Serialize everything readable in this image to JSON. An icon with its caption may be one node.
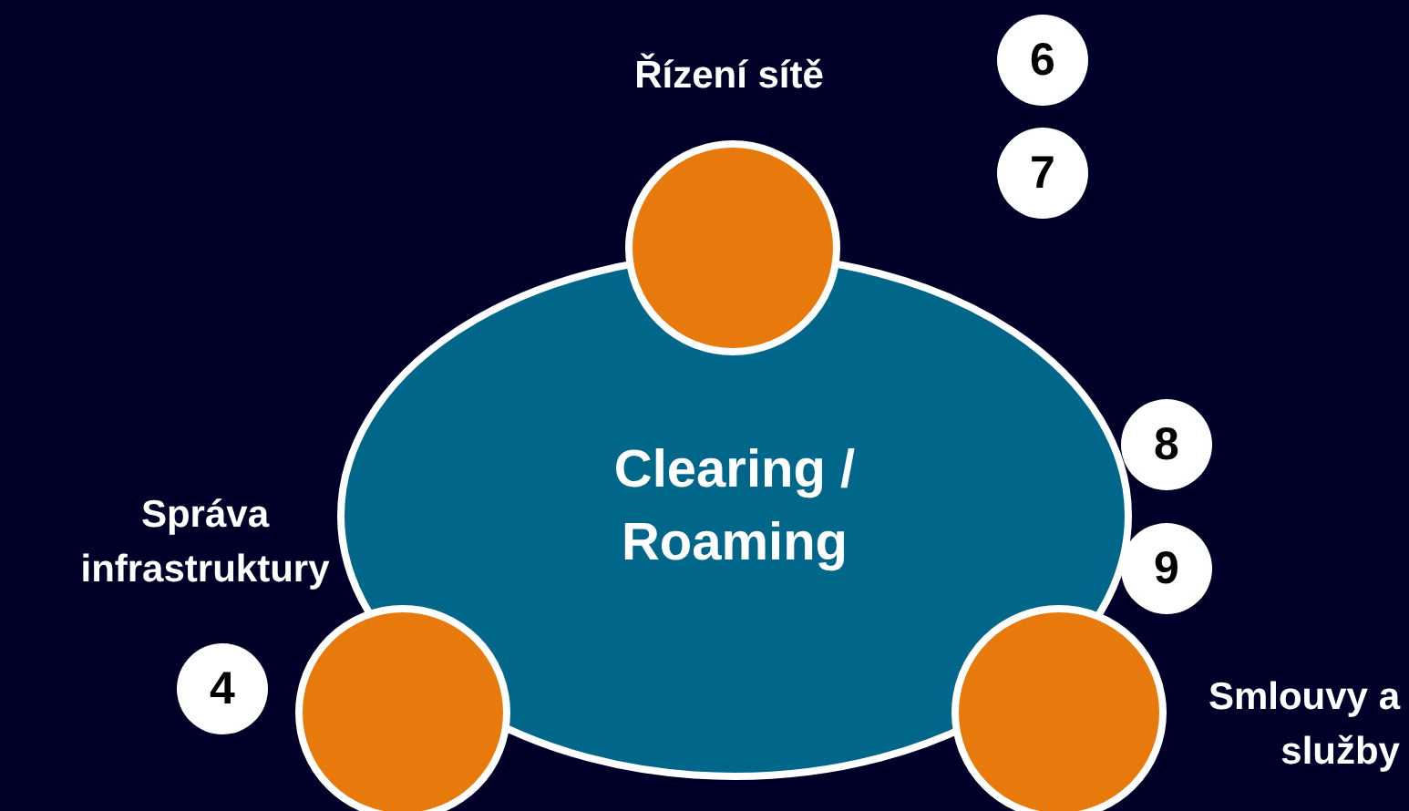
{
  "diagram": {
    "nodes": [
      {
        "text": [
          "Clearing / Roaming"
        ]
      },
      {
        "text": [
          "Řízení sítě"
        ]
      },
      {
        "text": [
          "6"
        ]
      },
      {
        "text": [
          "7"
        ]
      },
      {
        "text": [
          "8"
        ]
      },
      {
        "text": [
          "9"
        ]
      },
      {
        "text": [
          "Správa infrastruktury"
        ]
      },
      {
        "text": [
          "4"
        ]
      },
      {
        "text": [
          "Smlouvy a služby"
        ]
      }
    ]
  }
}
